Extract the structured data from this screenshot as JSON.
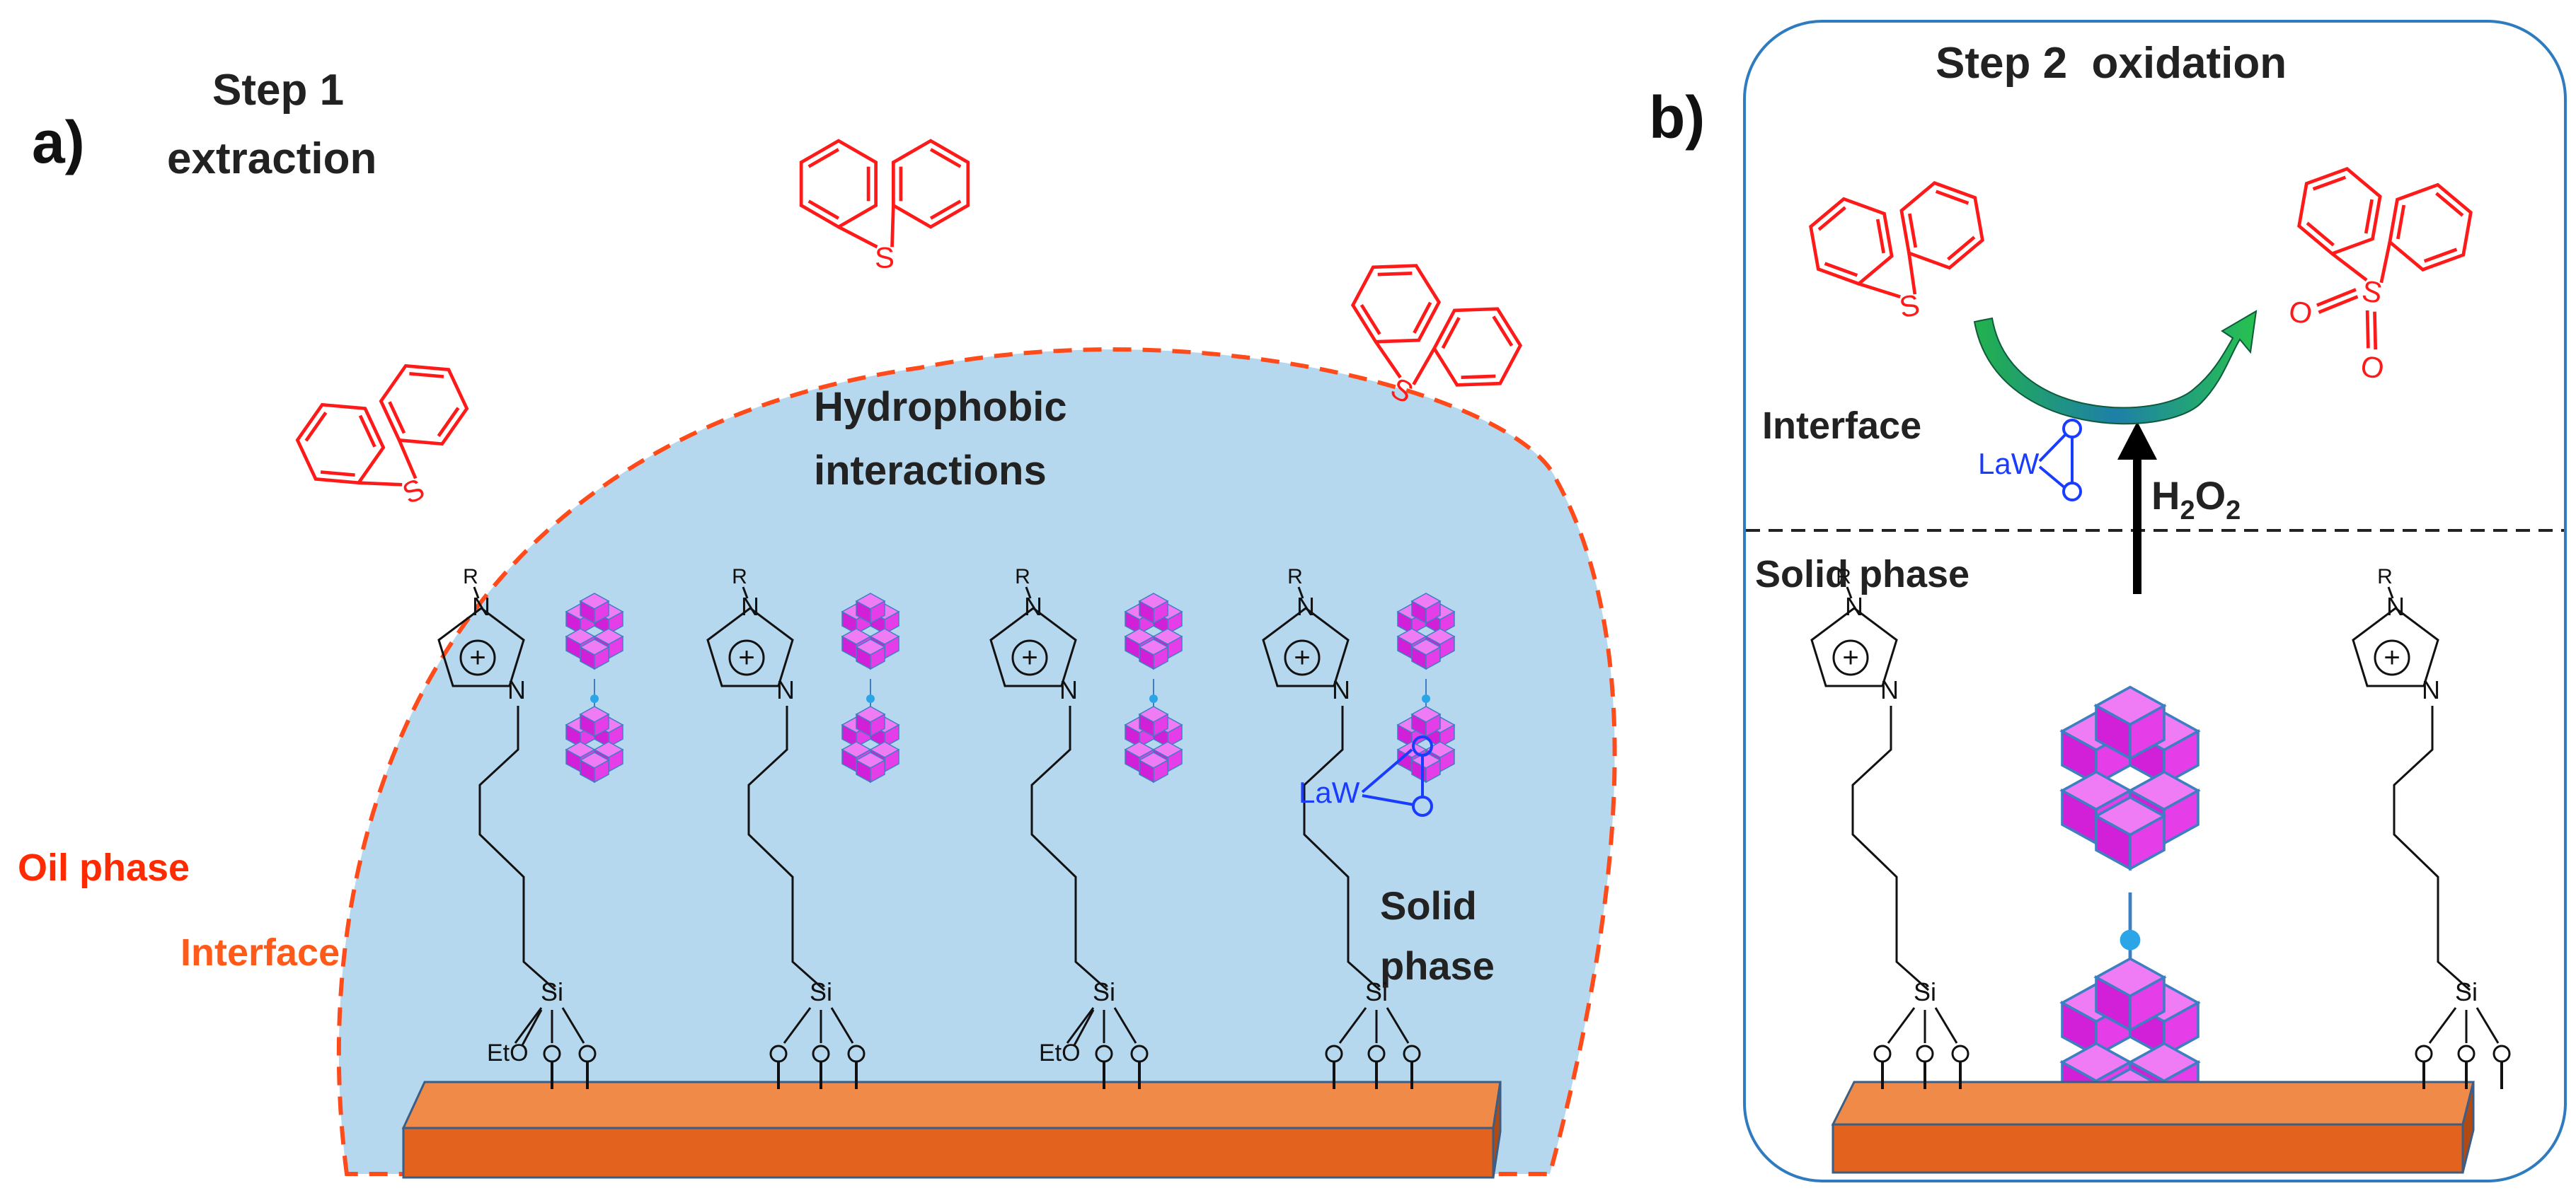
{
  "panel_a": {
    "label": "a)",
    "step_line1": "Step 1",
    "step_line2": "extraction",
    "hydrophobic_line1": "Hydrophobic",
    "hydrophobic_line2": "interactions",
    "oil_phase": "Oil phase",
    "interface": "Interface",
    "solid_line1": "Solid",
    "solid_line2": "phase",
    "ethoxy": "EtO",
    "sulfur": "S",
    "nitrogen": "N",
    "r_group": "R",
    "silicon": "Si",
    "oxygen": "O",
    "plus": "+",
    "law": "LaW"
  },
  "panel_b": {
    "label": "b)",
    "step_title": "Step 2  oxidation",
    "interface": "Interface",
    "solid_phase": "Solid phase",
    "h2o2_main": "H",
    "h2o2_sub1": "2",
    "h2o2_mid": "O",
    "h2o2_sub2": "2",
    "sulfur": "S",
    "oxygen": "O",
    "law": "LaW"
  },
  "colors": {
    "molecule_red": "#ff1a1a",
    "droplet_fill": "#b6d8ee",
    "droplet_border": "#ff4a1a",
    "cluster_magenta": "#e033e8",
    "cluster_edge": "#3d7fc2",
    "support_orange": "#e8722e",
    "law_blue": "#1a3cff",
    "panel_border": "#2e7cbf"
  }
}
